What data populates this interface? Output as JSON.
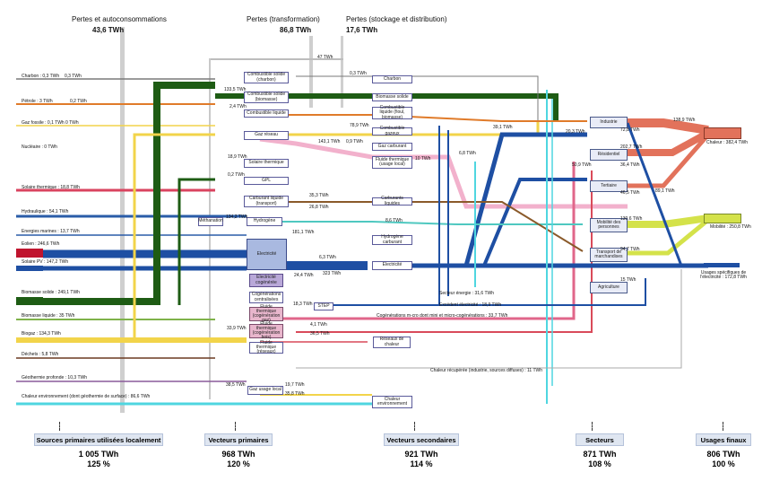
{
  "losses": {
    "autoconsommations": {
      "label": "Pertes et autoconsommations",
      "value": "43,6 TWh"
    },
    "transformation": {
      "label": "Pertes (transformation)",
      "value": "86,8 TWh"
    },
    "stockage": {
      "label": "Pertes (stockage et distribution)",
      "value": "17,6 TWh"
    }
  },
  "sources": [
    {
      "label": "Charbon : 0,3 TWh",
      "color": "#7a7a7a"
    },
    {
      "label": "Pétrole : 3 TWh",
      "color": "#e07b2a"
    },
    {
      "label": "Gaz fossile : 0,1 TWh",
      "color": "#f2d44a"
    },
    {
      "label": "Nucléaire : 0 TWh",
      "color": "#aaaaaa"
    },
    {
      "label": "Solaire thermique : 18,8 TWh",
      "color": "#d9435f"
    },
    {
      "label": "Hydraulique : 54,1 TWh",
      "color": "#2a5ca8"
    },
    {
      "label": "Energies marines : 13,7 TWh",
      "color": "#2a5ca8"
    },
    {
      "label": "Eolien : 246,6 TWh",
      "color": "#c0142e"
    },
    {
      "label": "Solaire PV : 147,2 TWh",
      "color": "#1e4fa3"
    },
    {
      "label": "Biomasse solide : 249,1 TWh",
      "color": "#1e5c14"
    },
    {
      "label": "Biomasse liquide : 35 TWh",
      "color": "#7fb24a"
    },
    {
      "label": "Biogaz : 134,3 TWh",
      "color": "#f2d44a"
    },
    {
      "label": "Déchets : 5,8 TWh",
      "color": "#6b3a20"
    },
    {
      "label": "Géothermie profonde : 10,3 TWh",
      "color": "#8a5a9a"
    },
    {
      "label": "Chaleur environnement (dont géothermie de surface) : 86,6 TWh",
      "color": "#4fd6e0"
    }
  ],
  "primary_vectors": [
    "Combustible solide (charbon)",
    "Combustible solide (biomasse)",
    "Combustible liquide",
    "Gaz réseau",
    "Solaire thermique",
    "GPL",
    "Carburant liquide (transport)",
    "Méthanation",
    "Hydrogène",
    "Electricité",
    "Electricité cogénérée",
    "Cogénérations centralisées",
    "Fluide thermique (cogénération gaz)",
    "Fluide thermique (cogénération bois)",
    "Fluide thermique (réseaux)",
    "Gaz usage local",
    "Réseaux de chaleur",
    "STEP"
  ],
  "secondary_vectors": [
    "Charbon",
    "Biomasse solide",
    "Combustible liquide (fioul, biomasse)",
    "Combustible gazeux",
    "Gaz carburant",
    "Fluide thermique (usage local)",
    "Carburants liquides",
    "Hydrogène carburant",
    "Electricité",
    "Chaleur environnement"
  ],
  "sectors": [
    "Industrie",
    "Résidentiel",
    "Tertiaire",
    "Mobilité des personnes",
    "Transport de marchandises",
    "Agriculture"
  ],
  "final_uses": [
    {
      "label": "Chaleur : 382,4 TWh",
      "color": "#e2725b"
    },
    {
      "label": "Mobilité : 250,8 TWh",
      "color": "#d4e24a"
    },
    {
      "label": "Usages spécifiques de l'électricité : 172,8 TWh",
      "color": "#1e4fa3"
    }
  ],
  "flow_labels": [
    "0,3 TWh",
    "0 TWh",
    "0,2 TWh",
    "0 TWh",
    "133,5 TWh",
    "2,4 TWh",
    "47 TWh",
    "0,3 TWh",
    "78,9 TWh",
    "18,9 TWh",
    "0,2 TWh",
    "35,3 TWh",
    "26,8 TWh",
    "134,2 TWh",
    "181,1 TWh",
    "6,3 TWh",
    "24,4 TWh",
    "323 TWh",
    "18,3 TWh",
    "4,1 TWh",
    "36,5 TWh",
    "33,9 TWh",
    "38,5 TWh",
    "19,7 TWh",
    "35,8 TWh",
    "143,1 TWh",
    "0,9 TWh",
    "10 TWh",
    "6,8 TWh",
    "8,6 TWh",
    "39,1 TWh",
    "20,3 TWh",
    "138,9 TWh",
    "72,8 TWh",
    "202,7 TWh",
    "50,9 TWh",
    "36,4 TWh",
    "46,5 TWh",
    "89,1 TWh",
    "130,6 TWh",
    "94,7 TWh",
    "15 TWh"
  ],
  "notes": [
    "Secteur énergie : 31,6 TWh",
    "Excédent électricité : 18,9 TWh",
    "Cogénérations m-cro dont mini et micro-cogénérations : 33,7 TWh",
    "Chaleur récupérée (industrie, sources diffuses) : 11 TWh"
  ],
  "footer": [
    {
      "label": "Sources primaires utilisées localement",
      "twh": "1 005 TWh",
      "pct": "125 %"
    },
    {
      "label": "Vecteurs primaires",
      "twh": "968 TWh",
      "pct": "120 %"
    },
    {
      "label": "Vecteurs secondaires",
      "twh": "921 TWh",
      "pct": "114 %"
    },
    {
      "label": "Secteurs",
      "twh": "871 TWh",
      "pct": "108 %"
    },
    {
      "label": "Usages finaux",
      "twh": "806 TWh",
      "pct": "100 %"
    }
  ]
}
